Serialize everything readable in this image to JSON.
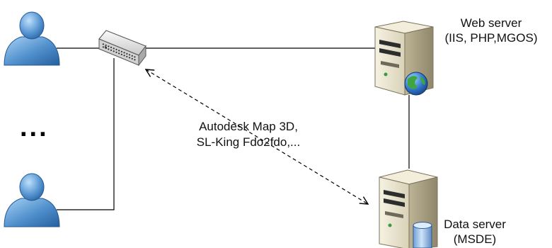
{
  "web_server": {
    "name": "Web server",
    "stack": "(IIS, PHP,MGOS)"
  },
  "data_server": {
    "name": "Data server",
    "engine": "(MSDE)"
  },
  "client_tools": {
    "line1": "Autodesk Map 3D,",
    "line2": "SL-King Fdo2fdo,..."
  },
  "more_users": "...",
  "colors": {
    "user_blue": "#4f8fcc",
    "server_beige": "#ece6d0",
    "connection_line": "#000000"
  },
  "icons": [
    "user-icon",
    "network-switch-icon",
    "web-server-icon",
    "globe-icon",
    "data-server-icon",
    "database-cylinder-icon"
  ]
}
